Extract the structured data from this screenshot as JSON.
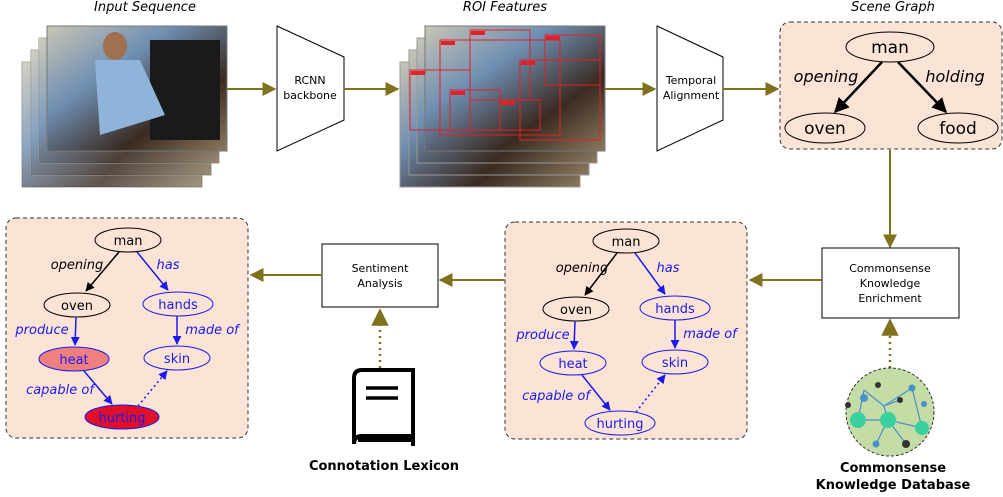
{
  "captions": {
    "input_sequence": "Input Sequence",
    "roi_features": "ROI Features",
    "scene_graph": "Scene Graph",
    "connotation_lexicon": "Connotation Lexicon",
    "kb_line1": "Commonsense",
    "kb_line2": "Knowledge Database"
  },
  "modules": {
    "rcnn_line1": "RCNN",
    "rcnn_line2": "backbone",
    "temporal_line1": "Temporal",
    "temporal_line2": "Alignment",
    "sentiment_line1": "Sentiment",
    "sentiment_line2": "Analysis",
    "enrich_line1": "Commonsense",
    "enrich_line2": "Knowledge",
    "enrich_line3": "Enrichment"
  },
  "scene_graph": {
    "nodes": {
      "man": "man",
      "oven": "oven",
      "food": "food"
    },
    "edges": {
      "opening": "opening",
      "holding": "holding"
    }
  },
  "enriched_graph": {
    "nodes": {
      "man": "man",
      "oven": "oven",
      "hands": "hands",
      "heat": "heat",
      "skin": "skin",
      "hurting": "hurting"
    },
    "edges": {
      "opening": "opening",
      "has": "has",
      "produce": "produce",
      "made_of": "made of",
      "capable_of": "capable of"
    }
  },
  "sentiment_graph": {
    "nodes": {
      "man": "man",
      "oven": "oven",
      "hands": "hands",
      "heat": "heat",
      "skin": "skin",
      "hurting": "hurting"
    },
    "edges": {
      "opening": "opening",
      "has": "has",
      "produce": "produce",
      "made_of": "made of",
      "capable_of": "capable of"
    }
  },
  "colors": {
    "arrow": "#80711c",
    "panel_fill": "#fbe3d5",
    "blue": "#1a1aee",
    "heat_fill": "#f08080",
    "hurting_fill": "#e0102a"
  }
}
